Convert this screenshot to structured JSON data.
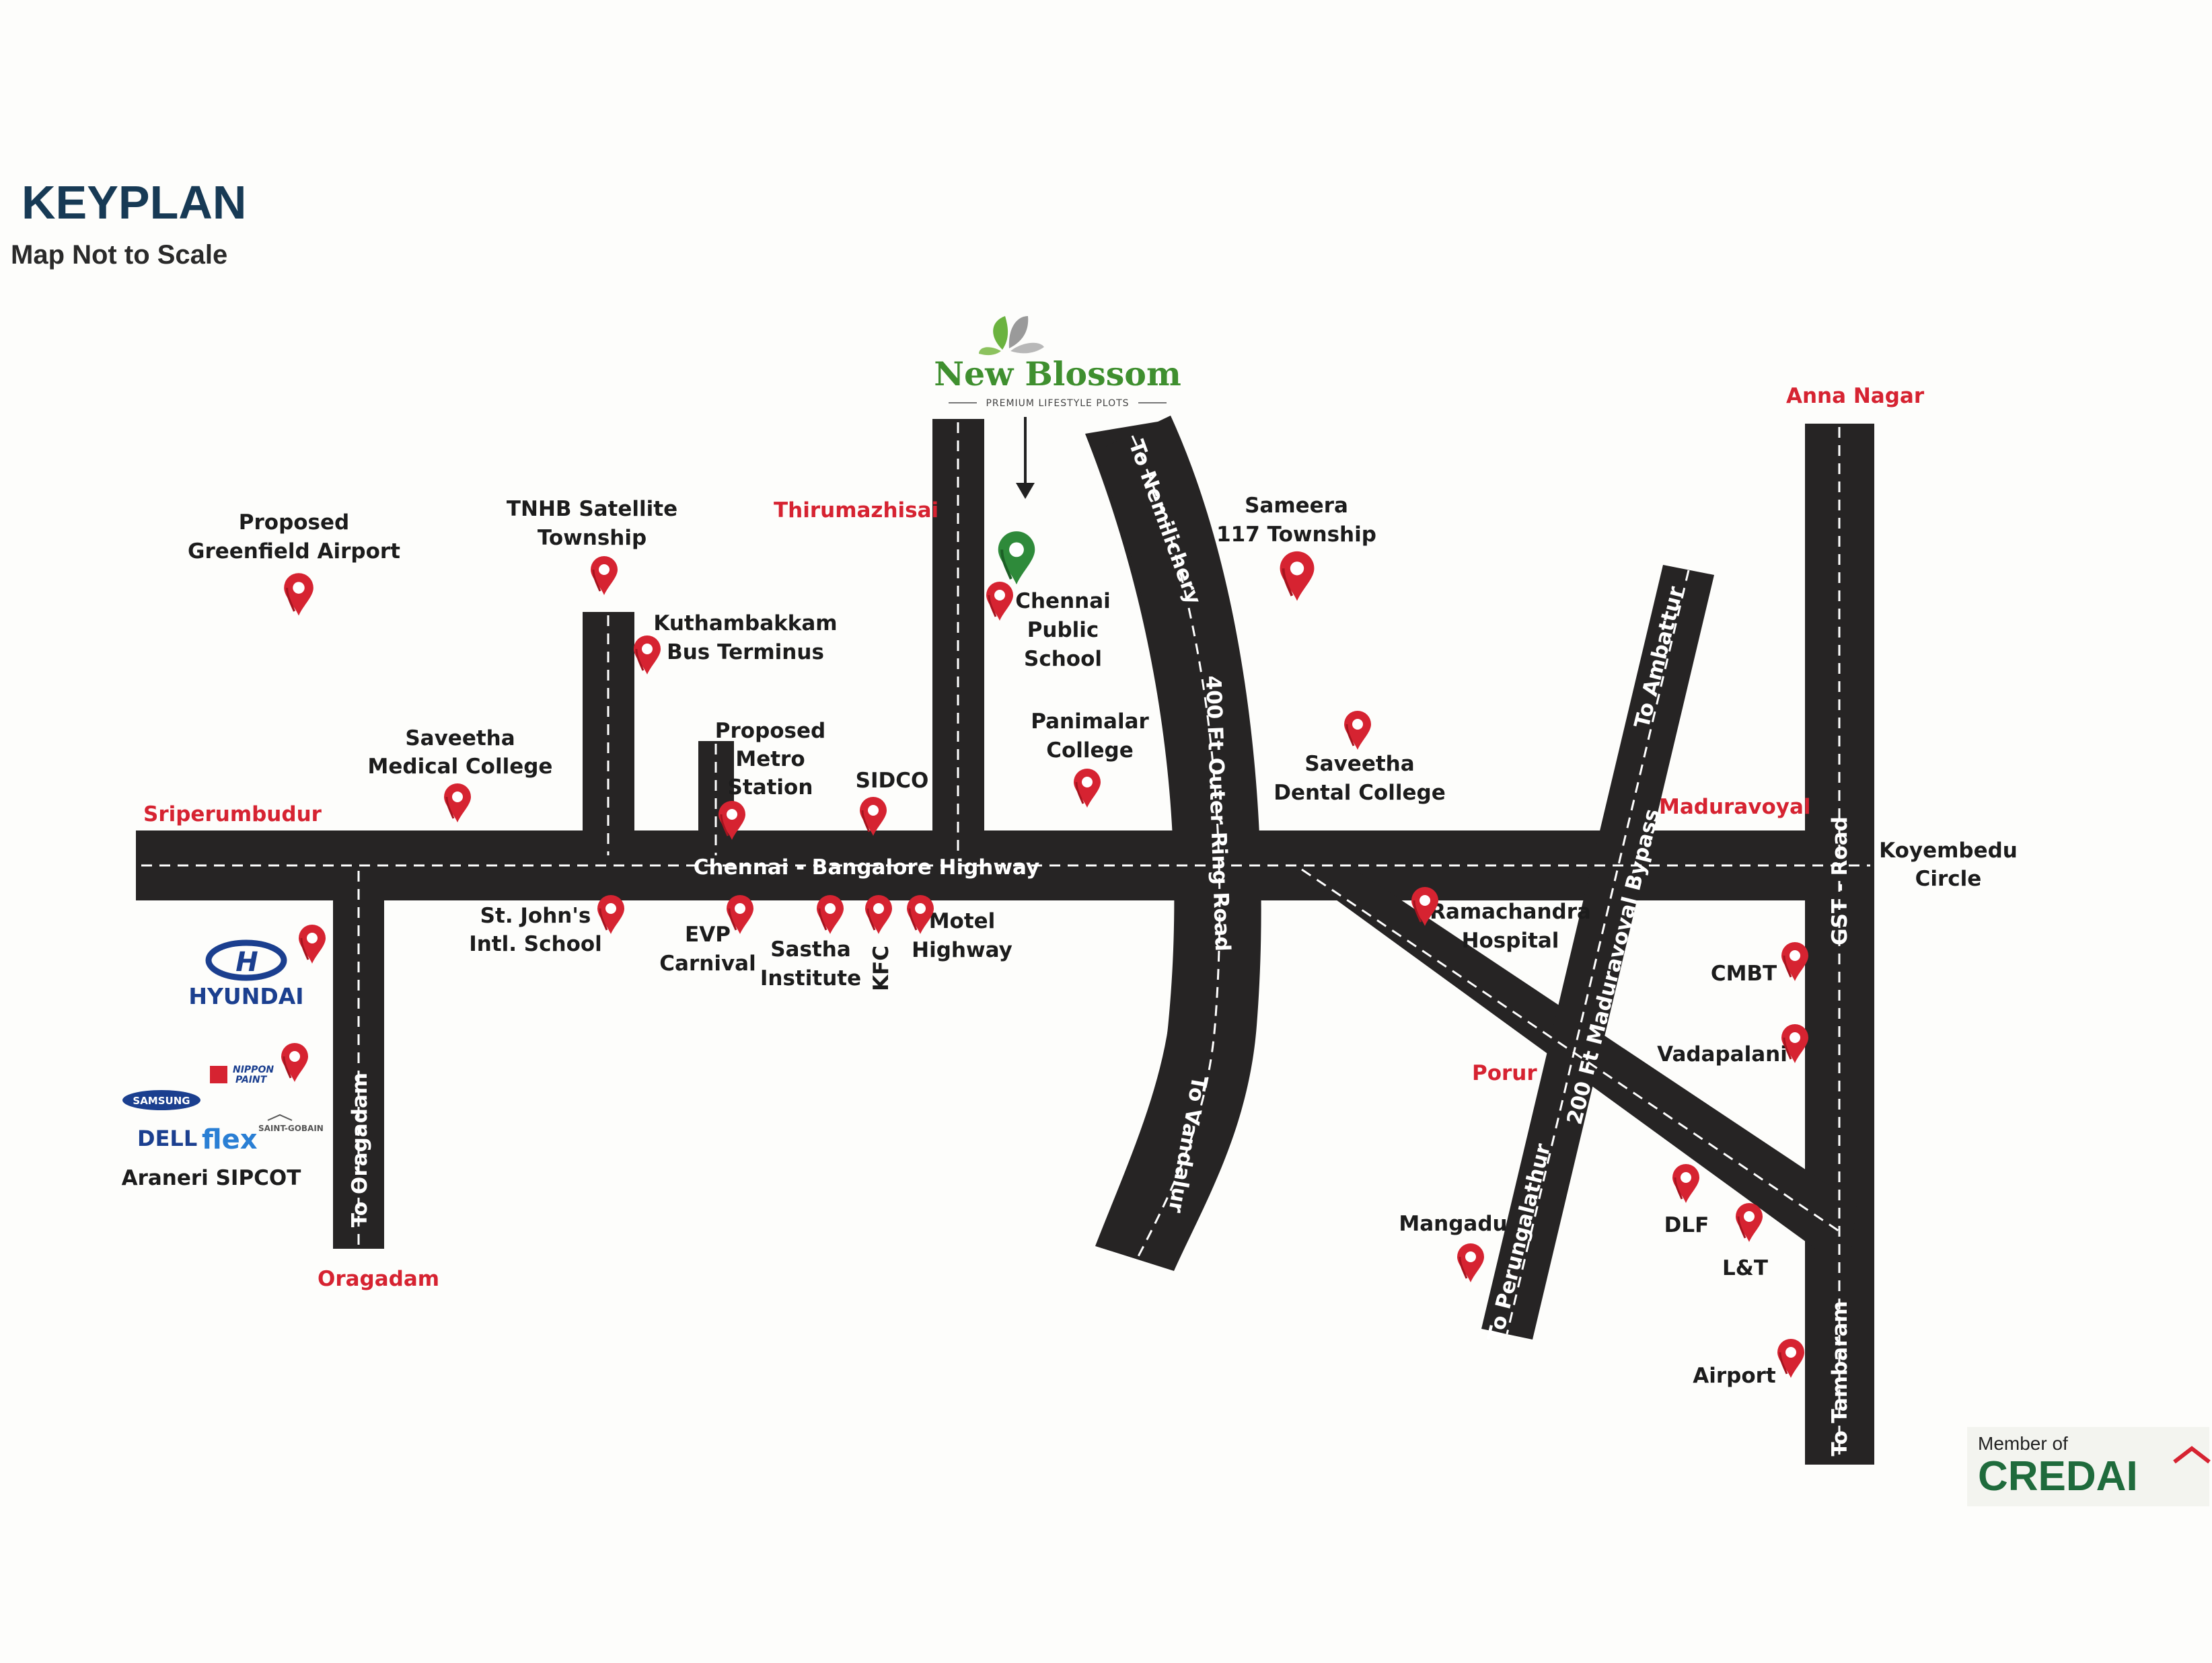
{
  "header": {
    "title": "KEYPLAN",
    "subtitle": "Map Not to Scale"
  },
  "brand": {
    "name": "New Blossom",
    "tagline": "PREMIUM LIFESTYLE PLOTS"
  },
  "credai": {
    "prefix": "Member of",
    "name": "CREDAI"
  },
  "roads": {
    "highway": "Chennai - Bangalore Highway",
    "orr": "400 Ft Outer Ring Road",
    "to_nemilichery": "To Nemilichery",
    "to_vandalur": "To Vandalur",
    "bypass": "200 Ft Maduravoyal Bypass",
    "to_ambattur": "To Ambattur",
    "to_perungalathur": "To Perungalathur",
    "gst": "GST - Road",
    "to_tambaram": "To Tambaram",
    "to_oragadam": "To Oragadam"
  },
  "places": {
    "sriperumbudur": "Sriperumbudur",
    "thirumazhisai": "Thirumazhisai",
    "anna_nagar": "Anna Nagar",
    "maduravoyal": "Maduravoyal",
    "porur": "Porur",
    "oragadam": "Oragadam"
  },
  "landmarks": {
    "airport_greenfield": [
      "Proposed",
      "Greenfield Airport"
    ],
    "tnhb": [
      "TNHB Satellite",
      "Township"
    ],
    "kuthambakkam": [
      "Kuthambakkam",
      "Bus Terminus"
    ],
    "saveetha_medical": [
      "Saveetha",
      "Medical College"
    ],
    "metro": [
      "Proposed",
      "Metro",
      "Station"
    ],
    "sidco": [
      "SIDCO"
    ],
    "chennai_public": [
      "Chennai",
      "Public",
      "School"
    ],
    "panimalar": [
      "Panimalar",
      "College"
    ],
    "sameera": [
      "Sameera",
      "117 Township"
    ],
    "saveetha_dental": [
      "Saveetha",
      "Dental College"
    ],
    "koyembedu": [
      "Koyembedu",
      "Circle"
    ],
    "st_johns": [
      "St. John's",
      "Intl. School"
    ],
    "evp": [
      "EVP",
      "Carnival"
    ],
    "sastha": [
      "Sastha",
      "Institute"
    ],
    "kfc": [
      "KFC"
    ],
    "motel": [
      "Motel",
      "Highway"
    ],
    "ramachandra": [
      "Ramachandra",
      "Hospital"
    ],
    "cmbt": [
      "CMBT"
    ],
    "vadapalani": [
      "Vadapalani"
    ],
    "dlf": [
      "DLF"
    ],
    "lt": [
      "L&T"
    ],
    "mangadu": [
      "Mangadu"
    ],
    "airport": [
      "Airport"
    ],
    "araneri": [
      "Araneri SIPCOT"
    ]
  },
  "logos": {
    "hyundai": "HYUNDAI",
    "nippon": [
      "NIPPON",
      "PAINT"
    ],
    "samsung": "SAMSUNG",
    "dell": "DELL",
    "flex": "flex",
    "saint_gobain": "SAINT-GOBAIN"
  },
  "colors": {
    "road": "#262424",
    "place_red": "#d62331",
    "pin_red": "#d62331",
    "pin_green": "#2e8a3a",
    "title_navy": "#173a55",
    "credai_green": "#1f6b3c"
  }
}
